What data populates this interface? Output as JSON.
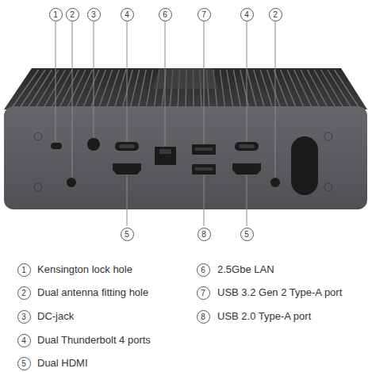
{
  "diagram": {
    "labels": [
      "1",
      "2",
      "3",
      "4",
      "6",
      "7",
      "4",
      "2",
      "5",
      "8",
      "5",
      "1",
      "Kensington lock hole",
      "6",
      "2.5Gbe LAN",
      "2",
      "Dual antenna fitting hole",
      "7",
      "USB 3.2 Gen 2 Type-A port",
      "3",
      "DC-jack",
      "8",
      "USB 2.0 Type-A port",
      "4",
      "Dual Thunderbolt 4 ports",
      "5",
      "Dual HDMI"
    ]
  }
}
